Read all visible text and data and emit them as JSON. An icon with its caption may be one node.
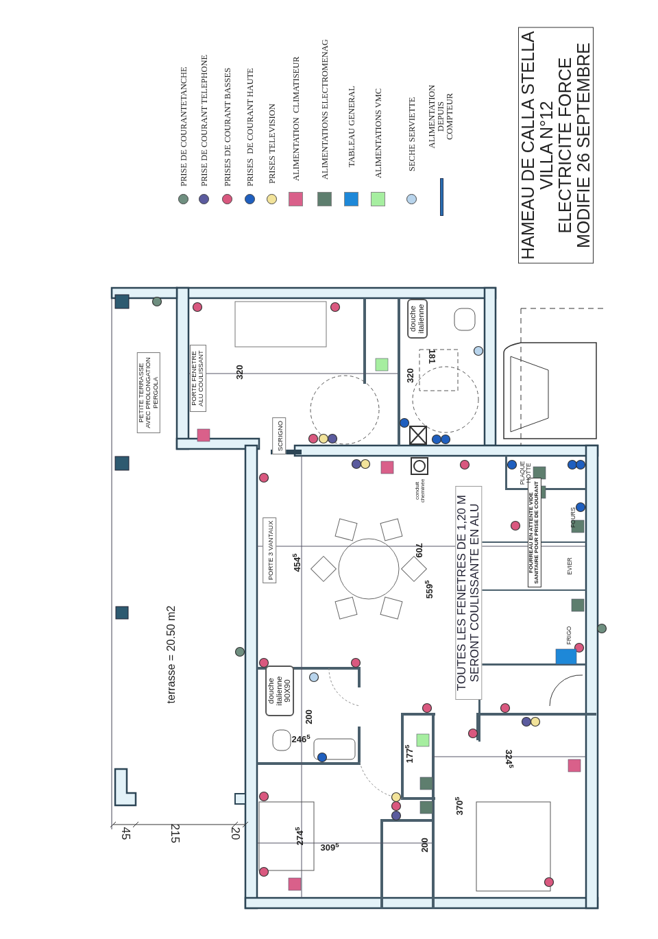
{
  "diagram": {
    "nodes": [
      {
        "text": [
          "HAMEAU DE CALLA STELLA",
          "VILLA N°12",
          "ELECTRICITE FORCE",
          "MODIFIE 26 SEPTEMBRE"
        ]
      },
      {
        "text": [
          "PETITE TERRASSE AVEC PROLONGATION PERGOLA"
        ]
      },
      {
        "text": [
          "PORTE FENETRE ALU COULISSANT"
        ]
      },
      {
        "text": [
          "SCRIGNO"
        ]
      },
      {
        "text": [
          "douche italienne"
        ]
      },
      {
        "text": [
          "PORTE 3 VANTAUX"
        ]
      },
      {
        "text": [
          "TOUTES LES FENETRES DE 1,20 M SERONT COULISSANTE EN ALU"
        ]
      },
      {
        "text": [
          "FOURREAU EN ATTENTE VIDE SANITAIRE POUR PRISE DE COURANT"
        ]
      },
      {
        "text": [
          "douche italienne 90X90"
        ]
      }
    ],
    "labels": [
      "320",
      "320",
      "181",
      "conduit cheminée",
      "PLAQUE HOTTE",
      "FOURS",
      "EVIER",
      "FRIGO",
      "454$^{5}$",
      "709",
      "559$^{5}$",
      "terrasse = 20.50 m2",
      "200",
      "246$^{5}$",
      "177$^{5}$",
      "324$^{5}$",
      "370$^{5}$",
      "274$^{5}$",
      "309$^{5}$",
      "200",
      "45",
      "215",
      "20"
    ],
    "legend": [
      {
        "text": "PRISE DE COURANTETANCHE",
        "color": "#6f8f80"
      },
      {
        "text": "PRISE DE COURANT TELEPHONE",
        "color": "#5b5b9e"
      },
      {
        "text": "PRISES DE COURANT BASSES",
        "color": "#d9587f"
      },
      {
        "text": "PRISES  DE COURANT HAUTE",
        "color": "#1f5fbf"
      },
      {
        "text": "PRISES TELEVISION",
        "color": "#f2e39a"
      },
      {
        "text": "ALIMENTATION  CLIMATISEUR",
        "color": "#d9608a"
      },
      {
        "text": "ALIMENTATIONS ELECTROMENAG",
        "color": "#5e7e6e"
      },
      {
        "text": "TABLEAU GENERAL",
        "color": "#1e88d8"
      },
      {
        "text": "ALIMENTATIONS VMC",
        "color": "#a6eea0"
      },
      {
        "text": "SECHE SERVIETTE",
        "color": "#b8d4ec"
      },
      {
        "text": "ALIMENTATION DEPUIS COMPTEUR",
        "color": "#2a6db0"
      }
    ]
  }
}
